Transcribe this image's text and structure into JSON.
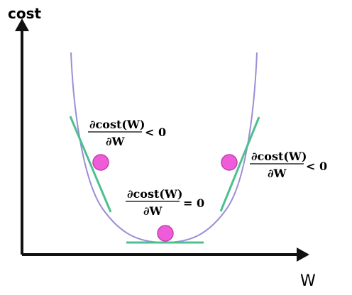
{
  "axes": {
    "y_label": "cost",
    "x_label": "W"
  },
  "annotations": {
    "left": {
      "numerator": "∂cost(W)",
      "denominator": "∂W",
      "relation": "< 0"
    },
    "bottom": {
      "numerator": "∂cost(W)",
      "denominator": "∂W",
      "relation": "= 0"
    },
    "right": {
      "numerator": "∂cost(W)",
      "denominator": "∂W",
      "relation": "< 0"
    }
  },
  "colors": {
    "axis": "#111111",
    "curve": "#9b8ed6",
    "tangent": "#4cc08e",
    "ball": "#ee5cd8",
    "ball_stroke": "#c33fb3"
  }
}
